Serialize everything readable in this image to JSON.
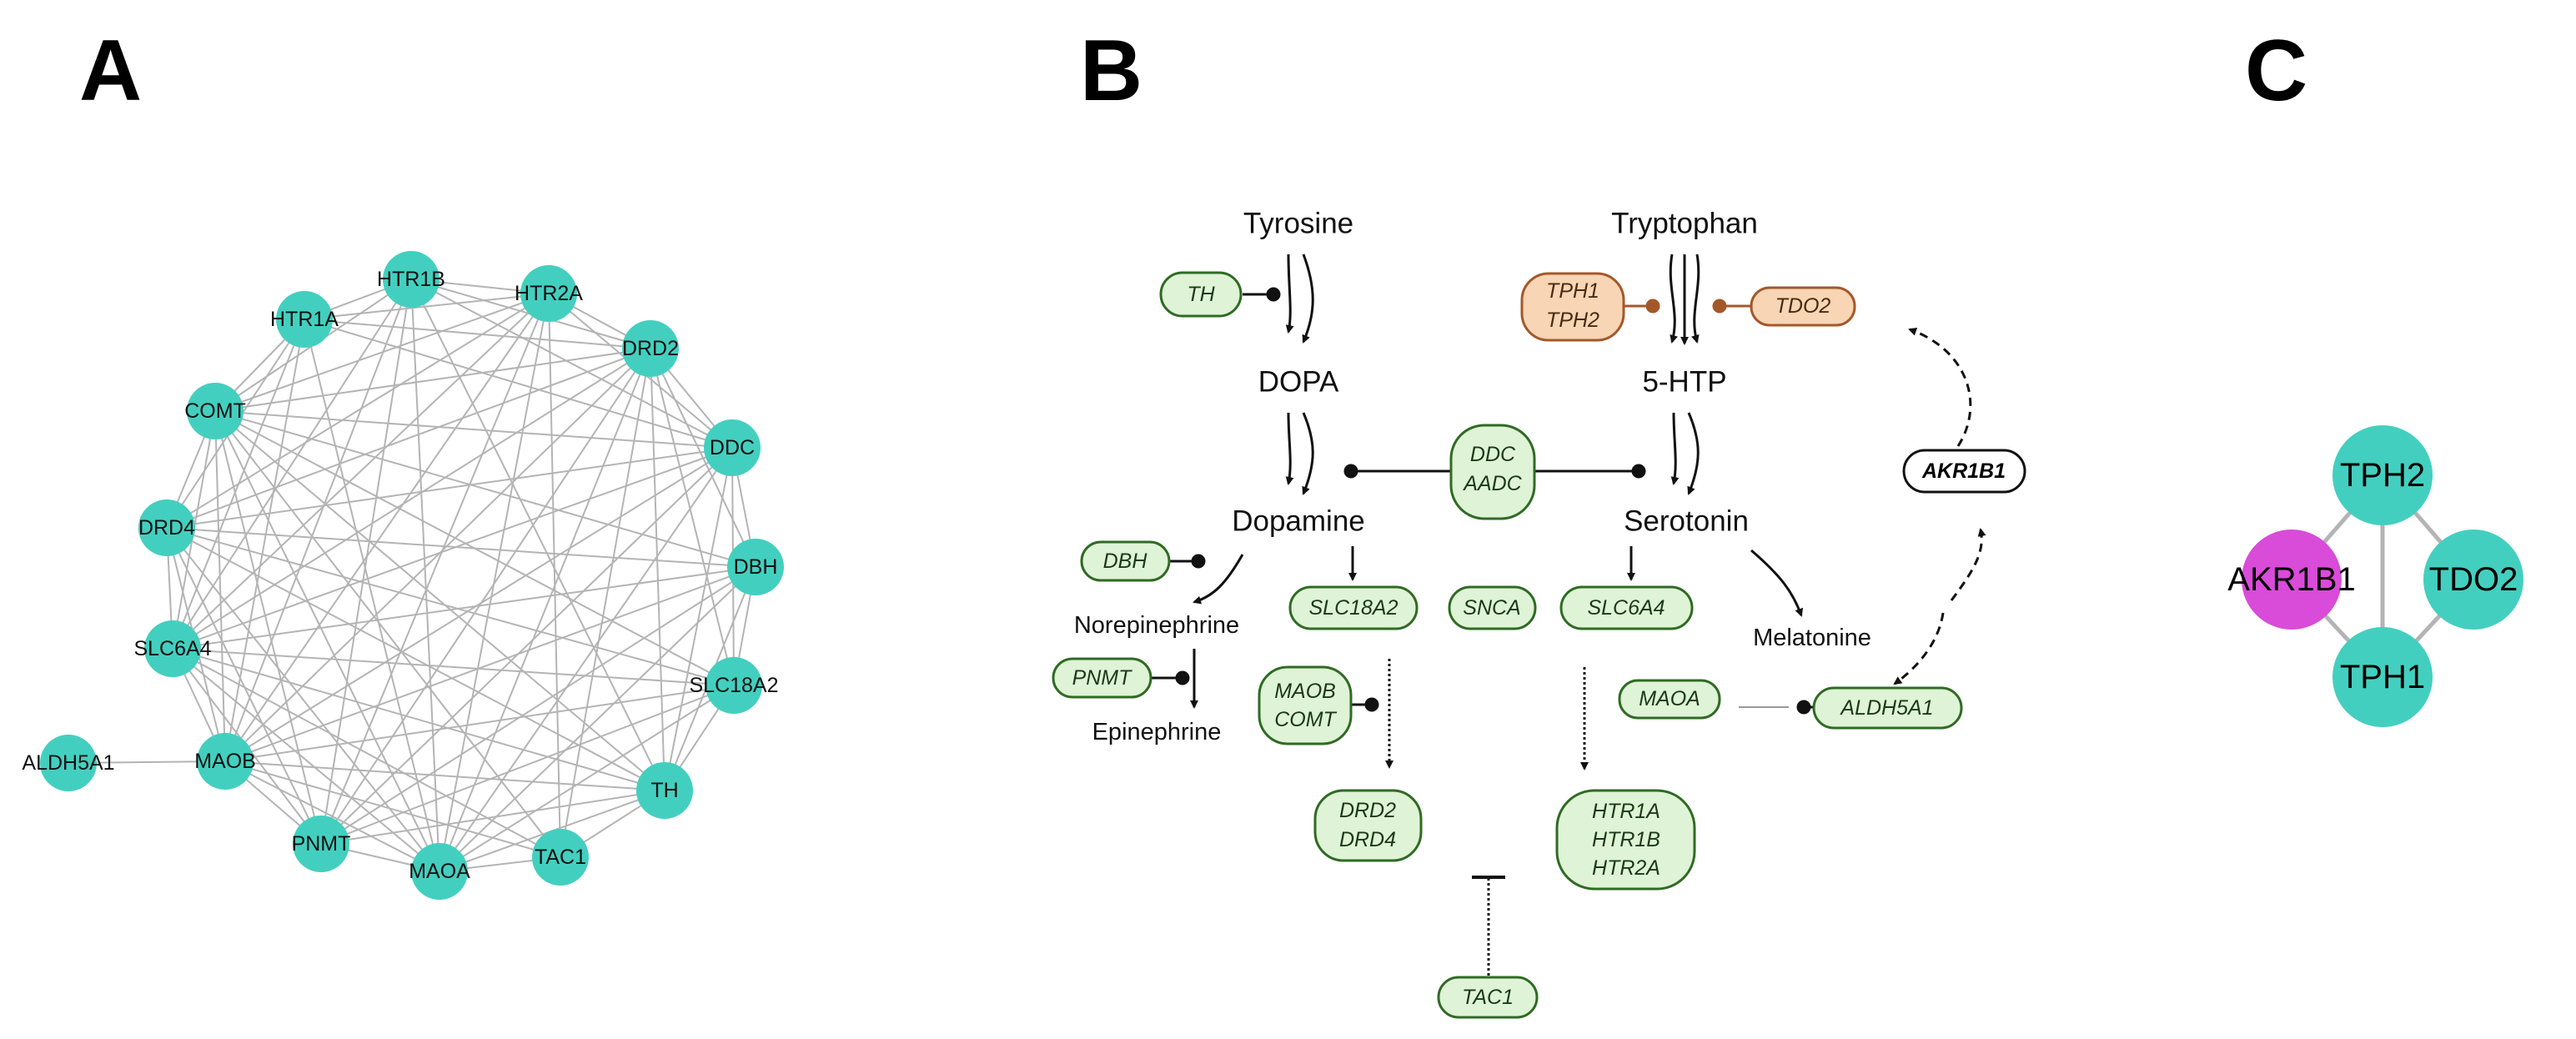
{
  "panels": {
    "a": {
      "letter": "A"
    },
    "b": {
      "letter": "B"
    },
    "c": {
      "letter": "C"
    }
  },
  "colors": {
    "node_teal": "#43cfbf",
    "node_magenta": "#d94bd9",
    "edge_gray": "#b4b4b4",
    "gene_fill_green": "#dff3d6",
    "gene_stroke_green": "#2f6b24",
    "gene_fill_orange": "#f8d5b4",
    "gene_stroke_orange": "#a4582a",
    "arrow": "#111111"
  },
  "network_a": {
    "nodes": [
      {
        "id": "HTR1B",
        "label": "HTR1B"
      },
      {
        "id": "HTR2A",
        "label": "HTR2A"
      },
      {
        "id": "DRD2",
        "label": "DRD2"
      },
      {
        "id": "DDC",
        "label": "DDC"
      },
      {
        "id": "DBH",
        "label": "DBH"
      },
      {
        "id": "SLC18A2",
        "label": "SLC18A2"
      },
      {
        "id": "TH",
        "label": "TH"
      },
      {
        "id": "TAC1",
        "label": "TAC1"
      },
      {
        "id": "MAOA",
        "label": "MAOA"
      },
      {
        "id": "PNMT",
        "label": "PNMT"
      },
      {
        "id": "MAOB",
        "label": "MAOB"
      },
      {
        "id": "SLC6A4",
        "label": "SLC6A4"
      },
      {
        "id": "DRD4",
        "label": "DRD4"
      },
      {
        "id": "COMT",
        "label": "COMT"
      },
      {
        "id": "HTR1A",
        "label": "HTR1A"
      },
      {
        "id": "ALDH5A1",
        "label": "ALDH5A1"
      }
    ],
    "edges": [
      [
        "HTR1B",
        "HTR2A"
      ],
      [
        "HTR1B",
        "DRD2"
      ],
      [
        "HTR1B",
        "DDC"
      ],
      [
        "HTR1B",
        "SLC6A4"
      ],
      [
        "HTR1B",
        "MAOA"
      ],
      [
        "HTR1B",
        "MAOB"
      ],
      [
        "HTR1B",
        "HTR1A"
      ],
      [
        "HTR1B",
        "COMT"
      ],
      [
        "HTR1B",
        "PNMT"
      ],
      [
        "HTR1B",
        "TH"
      ],
      [
        "HTR2A",
        "DRD2"
      ],
      [
        "HTR2A",
        "DDC"
      ],
      [
        "HTR2A",
        "SLC6A4"
      ],
      [
        "HTR2A",
        "MAOA"
      ],
      [
        "HTR2A",
        "MAOB"
      ],
      [
        "HTR2A",
        "HTR1A"
      ],
      [
        "HTR2A",
        "COMT"
      ],
      [
        "HTR2A",
        "DRD4"
      ],
      [
        "HTR2A",
        "PNMT"
      ],
      [
        "HTR2A",
        "TAC1"
      ],
      [
        "DRD2",
        "DDC"
      ],
      [
        "DRD2",
        "DBH"
      ],
      [
        "DRD2",
        "SLC18A2"
      ],
      [
        "DRD2",
        "TH"
      ],
      [
        "DRD2",
        "MAOA"
      ],
      [
        "DRD2",
        "MAOB"
      ],
      [
        "DRD2",
        "COMT"
      ],
      [
        "DRD2",
        "DRD4"
      ],
      [
        "DRD2",
        "SLC6A4"
      ],
      [
        "DRD2",
        "HTR1A"
      ],
      [
        "DRD2",
        "PNMT"
      ],
      [
        "DRD2",
        "TAC1"
      ],
      [
        "DDC",
        "DBH"
      ],
      [
        "DDC",
        "SLC18A2"
      ],
      [
        "DDC",
        "TH"
      ],
      [
        "DDC",
        "MAOA"
      ],
      [
        "DDC",
        "MAOB"
      ],
      [
        "DDC",
        "COMT"
      ],
      [
        "DDC",
        "PNMT"
      ],
      [
        "DDC",
        "DRD4"
      ],
      [
        "DDC",
        "SLC6A4"
      ],
      [
        "DDC",
        "HTR1A"
      ],
      [
        "DBH",
        "SLC18A2"
      ],
      [
        "DBH",
        "TH"
      ],
      [
        "DBH",
        "MAOA"
      ],
      [
        "DBH",
        "MAOB"
      ],
      [
        "DBH",
        "COMT"
      ],
      [
        "DBH",
        "PNMT"
      ],
      [
        "DBH",
        "SLC6A4"
      ],
      [
        "DBH",
        "DRD4"
      ],
      [
        "SLC18A2",
        "TH"
      ],
      [
        "SLC18A2",
        "MAOA"
      ],
      [
        "SLC18A2",
        "MAOB"
      ],
      [
        "SLC18A2",
        "COMT"
      ],
      [
        "SLC18A2",
        "PNMT"
      ],
      [
        "SLC18A2",
        "SLC6A4"
      ],
      [
        "SLC18A2",
        "DRD4"
      ],
      [
        "TH",
        "MAOA"
      ],
      [
        "TH",
        "MAOB"
      ],
      [
        "TH",
        "COMT"
      ],
      [
        "TH",
        "PNMT"
      ],
      [
        "TH",
        "TAC1"
      ],
      [
        "TH",
        "SLC6A4"
      ],
      [
        "TH",
        "DRD4"
      ],
      [
        "TAC1",
        "MAOA"
      ],
      [
        "TAC1",
        "SLC6A4"
      ],
      [
        "TAC1",
        "COMT"
      ],
      [
        "TAC1",
        "MAOB"
      ],
      [
        "MAOA",
        "PNMT"
      ],
      [
        "MAOA",
        "MAOB"
      ],
      [
        "MAOA",
        "SLC6A4"
      ],
      [
        "MAOA",
        "DRD4"
      ],
      [
        "MAOA",
        "COMT"
      ],
      [
        "MAOA",
        "HTR1A"
      ],
      [
        "PNMT",
        "MAOB"
      ],
      [
        "PNMT",
        "SLC6A4"
      ],
      [
        "PNMT",
        "COMT"
      ],
      [
        "PNMT",
        "DRD4"
      ],
      [
        "MAOB",
        "SLC6A4"
      ],
      [
        "MAOB",
        "DRD4"
      ],
      [
        "MAOB",
        "COMT"
      ],
      [
        "MAOB",
        "HTR1A"
      ],
      [
        "MAOB",
        "ALDH5A1"
      ],
      [
        "SLC6A4",
        "DRD4"
      ],
      [
        "SLC6A4",
        "COMT"
      ],
      [
        "SLC6A4",
        "HTR1A"
      ],
      [
        "DRD4",
        "COMT"
      ],
      [
        "DRD4",
        "HTR1A"
      ],
      [
        "COMT",
        "HTR1A"
      ]
    ]
  },
  "pathway_b": {
    "metabolites": {
      "tyrosine": "Tyrosine",
      "tryptophan": "Tryptophan",
      "dopa": "DOPA",
      "htp": "5-HTP",
      "dopamine": "Dopamine",
      "serotonin": "Serotonin",
      "norepinephrine": "Norepinephrine",
      "epinephrine": "Epinephrine",
      "melatonine": "Melatonine"
    },
    "genes": {
      "th": "TH",
      "tph1": "TPH1",
      "tph2": "TPH2",
      "tdo2": "TDO2",
      "ddc": "DDC",
      "aadc": "AADC",
      "akr1b1": "AKR1B1",
      "dbh": "DBH",
      "slc18a2": "SLC18A2",
      "snca": "SNCA",
      "slc6a4": "SLC6A4",
      "pnmt": "PNMT",
      "maob": "MAOB",
      "comt": "COMT",
      "maoa": "MAOA",
      "aldh5a1": "ALDH5A1",
      "drd2": "DRD2",
      "drd4": "DRD4",
      "htr1a": "HTR1A",
      "htr1b": "HTR1B",
      "htr2a": "HTR2A",
      "tac1": "TAC1"
    }
  },
  "network_c": {
    "nodes": [
      {
        "id": "TPH2",
        "label": "TPH2",
        "color": "teal"
      },
      {
        "id": "AKR1B1",
        "label": "AKR1B1",
        "color": "magenta"
      },
      {
        "id": "TDO2",
        "label": "TDO2",
        "color": "teal"
      },
      {
        "id": "TPH1",
        "label": "TPH1",
        "color": "teal"
      }
    ],
    "edges": [
      [
        "TPH2",
        "AKR1B1"
      ],
      [
        "TPH2",
        "TDO2"
      ],
      [
        "TPH2",
        "TPH1"
      ],
      [
        "AKR1B1",
        "TPH1"
      ],
      [
        "TDO2",
        "TPH1"
      ]
    ]
  }
}
